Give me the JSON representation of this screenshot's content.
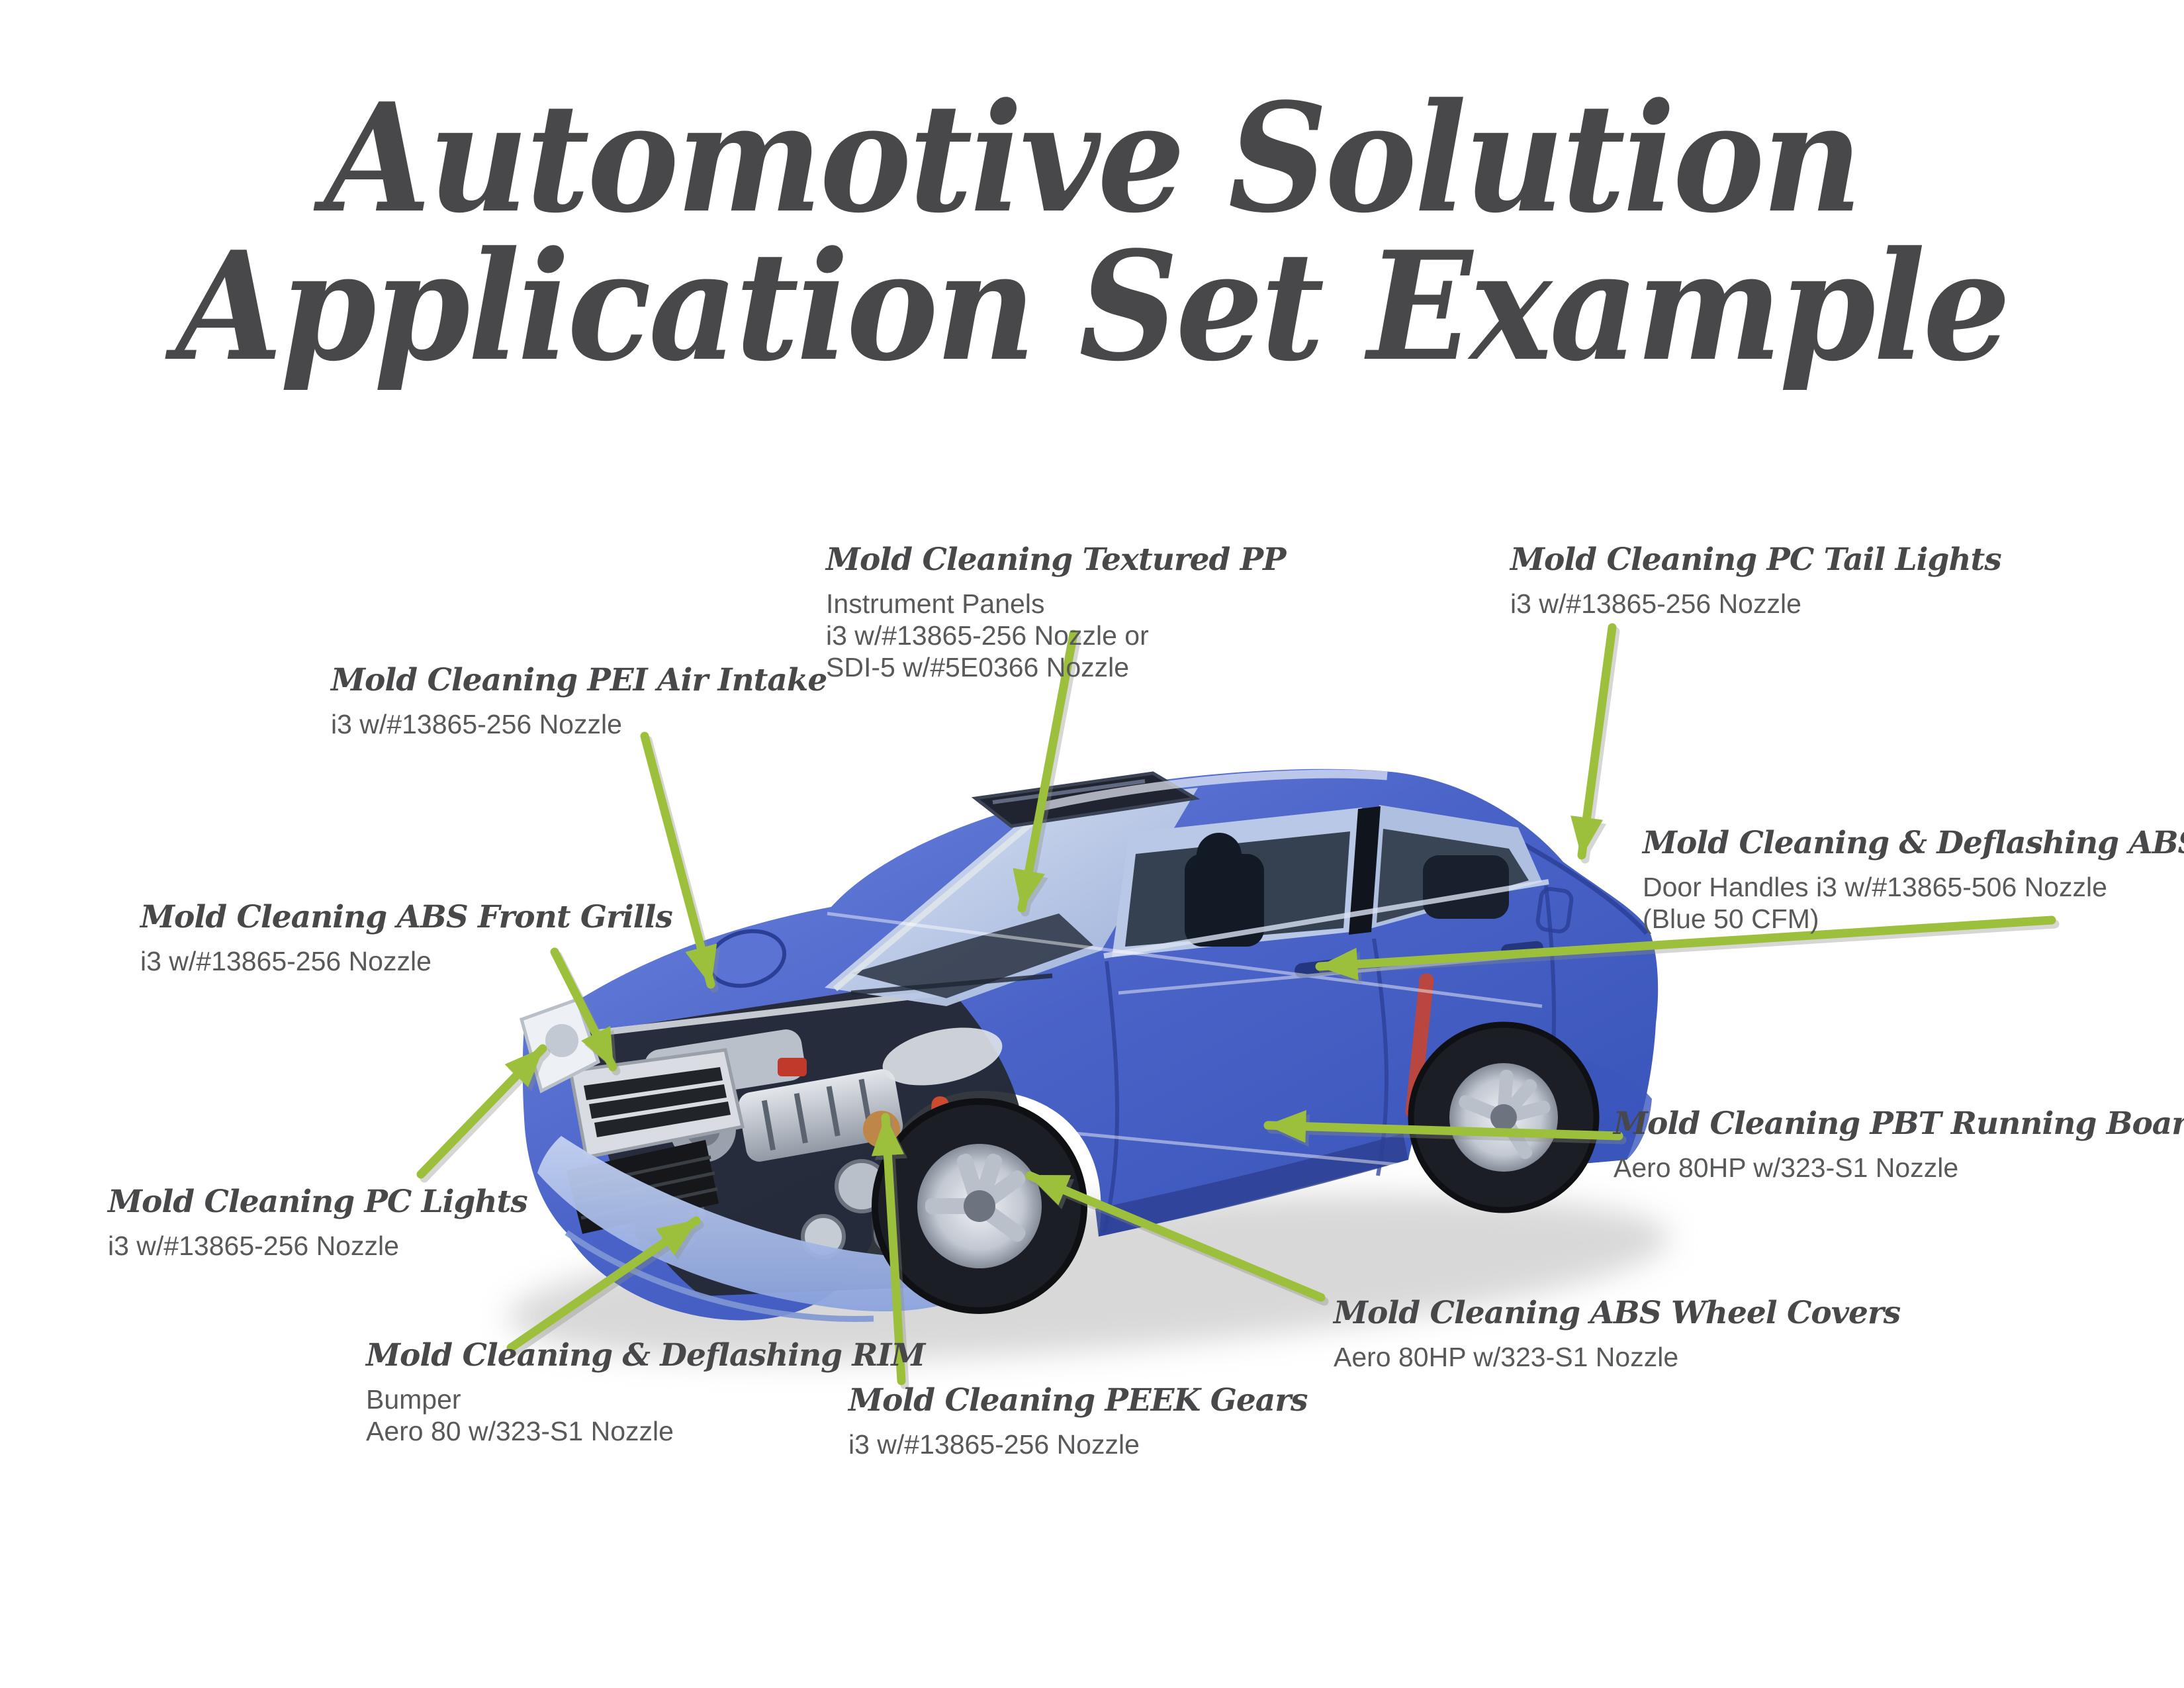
{
  "title": {
    "line1": "Automotive Solution",
    "line2": "Application Set Example"
  },
  "labels": [
    {
      "id": "textured-pp",
      "title": "Mold Cleaning Textured PP",
      "lines": [
        "Instrument Panels",
        "i3 w/#13865-256 Nozzle or",
        "SDI-5 w/#5E0366 Nozzle"
      ]
    },
    {
      "id": "pc-tail-lights",
      "title": "Mold Cleaning PC Tail Lights",
      "lines": [
        "i3 w/#13865-256 Nozzle"
      ]
    },
    {
      "id": "pei-air-intake",
      "title": "Mold Cleaning PEI Air Intake",
      "lines": [
        "i3 w/#13865-256 Nozzle"
      ]
    },
    {
      "id": "deflashing-abs",
      "title": "Mold Cleaning & Deflashing ABS",
      "lines": [
        "Door Handles i3 w/#13865-506 Nozzle",
        "(Blue 50 CFM)"
      ]
    },
    {
      "id": "abs-front-grills",
      "title": "Mold Cleaning ABS Front Grills",
      "lines": [
        "i3 w/#13865-256 Nozzle"
      ]
    },
    {
      "id": "pbt-running-boards",
      "title": "Mold Cleaning PBT Running Boards",
      "lines": [
        "Aero 80HP w/323-S1 Nozzle"
      ]
    },
    {
      "id": "pc-lights",
      "title": "Mold Cleaning PC Lights",
      "lines": [
        "i3 w/#13865-256 Nozzle"
      ]
    },
    {
      "id": "abs-wheel-covers",
      "title": "Mold Cleaning ABS Wheel Covers",
      "lines": [
        "Aero 80HP w/323-S1 Nozzle"
      ]
    },
    {
      "id": "deflashing-rim",
      "title": "Mold Cleaning & Deflashing RIM",
      "lines": [
        "Bumper",
        "Aero 80 w/323-S1 Nozzle"
      ]
    },
    {
      "id": "peek-gears",
      "title": "Mold Cleaning PEEK Gears",
      "lines": [
        "i3 w/#13865-256 Nozzle"
      ]
    }
  ],
  "illustration": {
    "subject": "blue-cutaway-sedan",
    "colors": {
      "background": "#ffffff",
      "title_text": "#48484a",
      "label_heading": "#48484a",
      "label_subtext": "#58595b",
      "arrow_green": "#9dc03c",
      "car_body_blue": "#4a63c8",
      "car_bumper_blue": "#a9bce7",
      "glass_blue": "#cfdcf0",
      "engine_silver": "#c8cdd5",
      "accent_red": "#c64431"
    }
  }
}
